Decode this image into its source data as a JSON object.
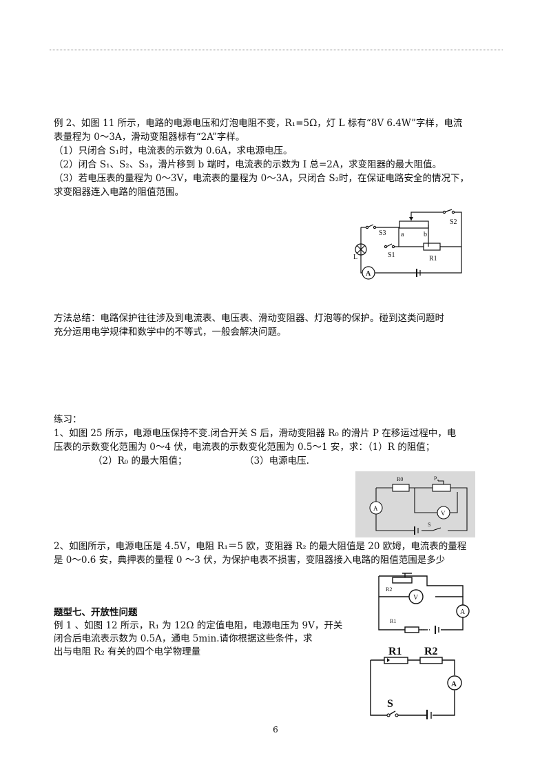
{
  "example2": {
    "line1": "例 2、如图 11 所示，电路的电源电压和灯泡电阻不变，R₁=5Ω，灯 L 标有“8V  6.4W”字样，电流",
    "line2": "表量程为 0～3A，滑动变阻器标有“2A”字样。",
    "line3": "（1）只闭合 S₁时，电流表的示数为 0.6A，求电源电压。",
    "line4": "（2）闭合 S₁、S₂、S₃，滑片移到 b 端时，电流表的示数为 I 总=2A，求变阻器的最大阻值。",
    "line5": "（3）若电压表的量程为 0～3V，电流表的量程为 0～3A，只闭合 S₂时，在保证电路安全的情况下，",
    "line6": "求变阻器连入电路的阻值范围。"
  },
  "figure1": {
    "label_s3": "S3",
    "label_s2": "S2",
    "label_a": "a",
    "label_b": "b",
    "label_L": "L",
    "label_s1": "S1",
    "label_r1": "R1",
    "ammeter": "A"
  },
  "method": {
    "line1": "方法总结：电路保护往往涉及到电流表、电压表、滑动变阻器、灯泡等的保护。碰到这类问题时",
    "line2": "充分运用电学规律和数学中的不等式，一般会解决问题。"
  },
  "exercise": {
    "heading": "练习：",
    "q1_line1": "1、如图 25 所示，电源电压保持不变.闭合开关 S 后，滑动变阻器 R₀ 的滑片 P 在移运过程中，电",
    "q1_line2": "压表的示数变化范围为 0～4 伏，电流表的示数变化范围为 0.5～1 安，求：（1）R 的阻值；",
    "q1_line3": "（2）R₀ 的最大阻值；",
    "q1_line3b": "（3）电源电压.",
    "q2_line1": "2、如图所示，电源电压是 4.5V，电阻 R₁＝5 欧，变阻器 R₂ 的最大阻值是 20 欧姆，电流表的量程",
    "q2_line2": "是 0～0.6 安，典押表的量程 0 ～3 伏，为保护电表不损害，变阻器接入电路的阻值范围是多少"
  },
  "figure2": {
    "label_r0": "R0",
    "label_p": "P",
    "label_s": "S",
    "ammeter": "A",
    "voltmeter": "V"
  },
  "section7": {
    "heading": "题型七、开放性问题",
    "line1": "例 1 、如图 12 所示，R₁ 为 12Ω 的定值电阻，电源电压为 9V，开关",
    "line2": "闭合后电流表示数为 0.5A，通电 5min.请你根据这些条件，求",
    "line3": "出与电阻 R₂ 有关的四个电学物理量"
  },
  "figure3": {
    "label_r2": "R2",
    "label_r1": "R1",
    "ammeter": "A",
    "voltmeter": "V"
  },
  "figure4": {
    "label_r1": "R1",
    "label_r2": "R2",
    "label_s": "S",
    "ammeter": "A"
  },
  "page_number": "6"
}
